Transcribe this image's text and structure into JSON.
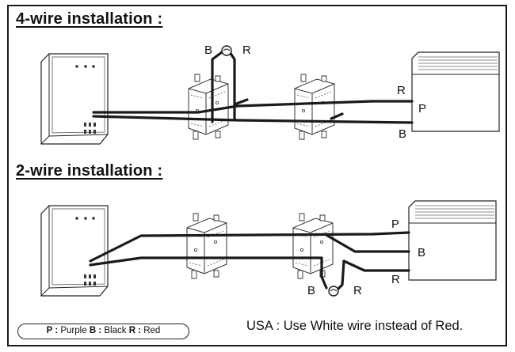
{
  "sections": {
    "four_wire_title": "4-wire installation :",
    "two_wire_title": "2-wire installation :"
  },
  "wire_labels": {
    "four_wire": {
      "junction_b": "B",
      "junction_r": "R",
      "heater_r": "R",
      "heater_p": "P",
      "heater_b": "B"
    },
    "two_wire": {
      "heater_p": "P",
      "heater_b": "B",
      "heater_r": "R",
      "junction_b": "B",
      "junction_r": "R"
    }
  },
  "legend": {
    "p_code": "P :",
    "p_name": "Purple",
    "b_code": "B :",
    "b_name": "Black",
    "r_code": "R :",
    "r_name": "Red"
  },
  "note": "USA : Use White wire instead of Red.",
  "colors": {
    "line": "#1a1a1a",
    "background": "#ffffff"
  }
}
